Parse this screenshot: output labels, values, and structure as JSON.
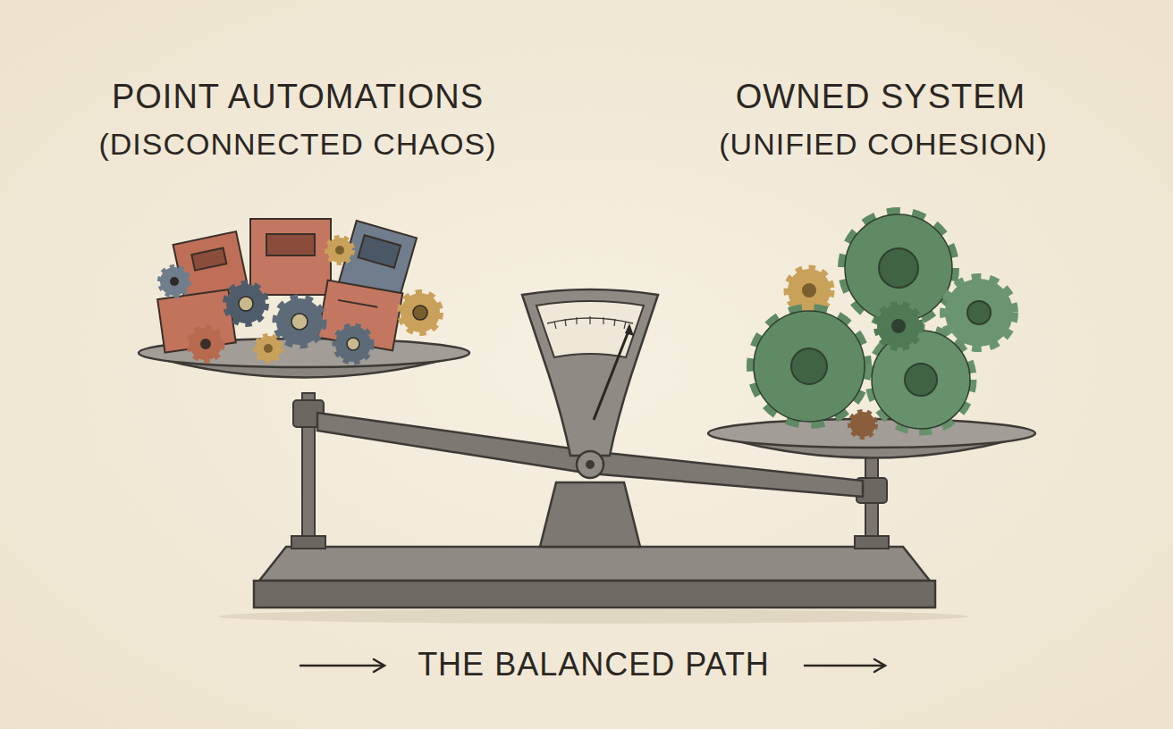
{
  "diagram": {
    "labels": [
      "POINT AUTOMATIONS",
      "(DISCONNECTED CHAOS)",
      "OWNED SYSTEM",
      "(UNIFIED COHESION)",
      "THE BALANCED PATH"
    ]
  }
}
